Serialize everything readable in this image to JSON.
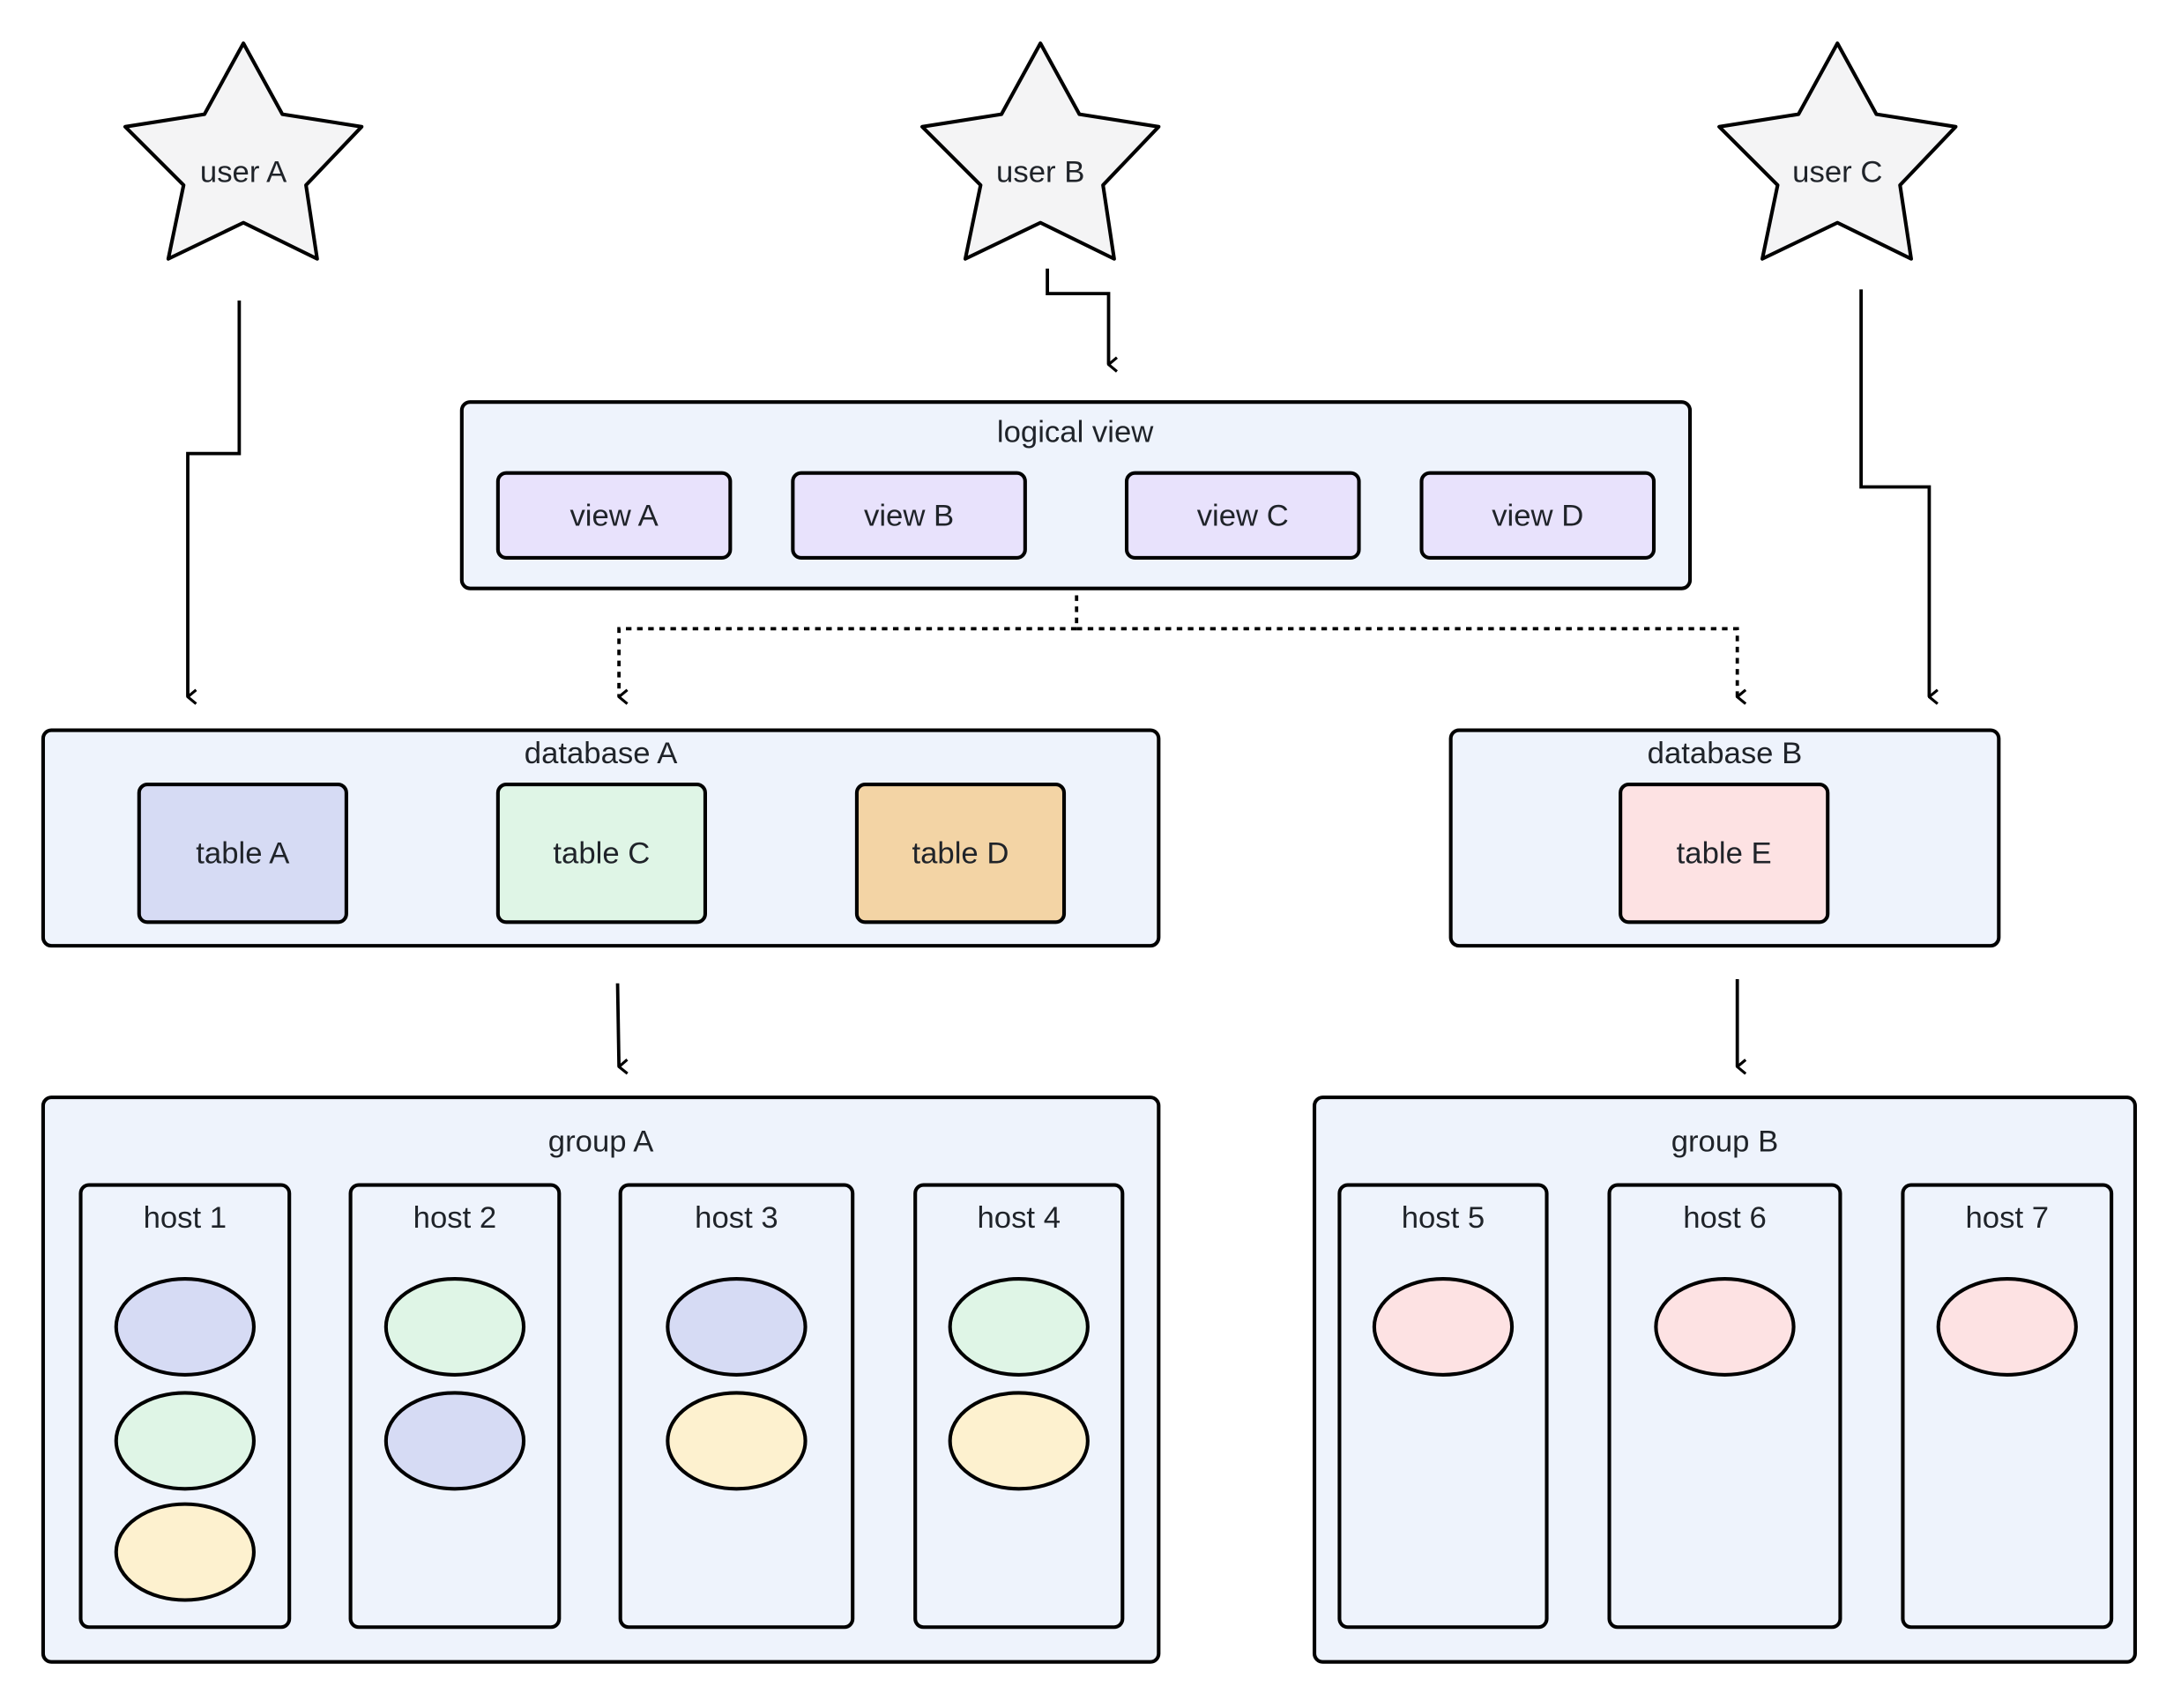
{
  "colors": {
    "container_fill": "#eef3fc",
    "star_fill": "#f4f4f5",
    "view_fill": "#e8e2fc",
    "table_a_fill": "#d6dbf4",
    "table_c_fill": "#dff5e6",
    "table_d_fill": "#f3d4a5",
    "table_e_fill": "#fde2e3",
    "replica_yellow_fill": "#fdf1cf",
    "text": "#1f2329",
    "stroke": "#000000"
  },
  "users": [
    {
      "label": "user A"
    },
    {
      "label": "user B"
    },
    {
      "label": "user C"
    }
  ],
  "logical_view": {
    "title": "logical view",
    "views": [
      {
        "label": "view A"
      },
      {
        "label": "view B"
      },
      {
        "label": "view C"
      },
      {
        "label": "view D"
      }
    ]
  },
  "databases": [
    {
      "title": "database A",
      "tables": [
        {
          "label": "table A",
          "color_key": "table_a_fill"
        },
        {
          "label": "table C",
          "color_key": "table_c_fill"
        },
        {
          "label": "table D",
          "color_key": "table_d_fill"
        }
      ]
    },
    {
      "title": "database B",
      "tables": [
        {
          "label": "table E",
          "color_key": "table_e_fill"
        }
      ]
    }
  ],
  "groups": [
    {
      "title": "group A",
      "hosts": [
        {
          "label": "host 1",
          "replicas": [
            "table_a_fill",
            "table_c_fill",
            "replica_yellow_fill"
          ]
        },
        {
          "label": "host 2",
          "replicas": [
            "table_c_fill",
            "table_a_fill"
          ]
        },
        {
          "label": "host 3",
          "replicas": [
            "table_a_fill",
            "replica_yellow_fill"
          ]
        },
        {
          "label": "host 4",
          "replicas": [
            "table_c_fill",
            "replica_yellow_fill"
          ]
        }
      ]
    },
    {
      "title": "group B",
      "hosts": [
        {
          "label": "host 5",
          "replicas": [
            "table_e_fill"
          ]
        },
        {
          "label": "host 6",
          "replicas": [
            "table_e_fill"
          ]
        },
        {
          "label": "host 7",
          "replicas": [
            "table_e_fill"
          ]
        }
      ]
    }
  ],
  "edges": [
    {
      "from": "user A",
      "to": "database A",
      "style": "solid"
    },
    {
      "from": "user B",
      "to": "logical view",
      "style": "solid"
    },
    {
      "from": "user C",
      "to": "database B",
      "style": "solid"
    },
    {
      "from": "logical view",
      "to": "database A",
      "style": "dashed"
    },
    {
      "from": "logical view",
      "to": "database B",
      "style": "dashed"
    },
    {
      "from": "database A",
      "to": "group A",
      "style": "solid"
    },
    {
      "from": "database B",
      "to": "group B",
      "style": "solid"
    }
  ]
}
